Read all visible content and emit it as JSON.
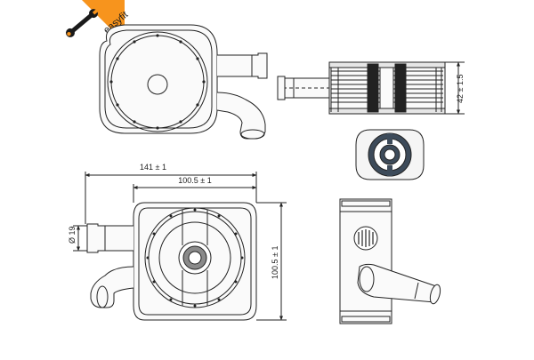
{
  "brand": {
    "logo_text": "easyfit",
    "accent_color": "#f7941d",
    "icon": "wrench-icon"
  },
  "dimensions": {
    "overall_width": "141 ± 1",
    "body_width": "100.5 ± 1",
    "body_height": "100.5 ± 1",
    "pipe_diameter": "Ø 19",
    "side_height": "42 ± 1.5"
  },
  "views": [
    "top-view",
    "side-view",
    "gasket-view",
    "front-view",
    "end-view"
  ]
}
